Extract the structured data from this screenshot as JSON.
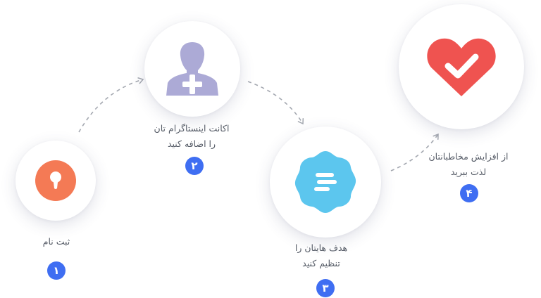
{
  "colors": {
    "badge": "#3f6ef2",
    "connector": "#a4a8b0",
    "register_icon": "#f47a55",
    "account_icon": "#acaad6",
    "goal_icon": "#5cc6ee",
    "enjoy_icon": "#ef5350"
  },
  "steps": [
    {
      "icon": "keyhole-icon",
      "label_lines": [
        "ثبت نام"
      ],
      "number": "۱"
    },
    {
      "icon": "add-user-icon",
      "label_lines": [
        "اکانت اینستاگرام تان",
        "را اضافه کنید"
      ],
      "number": "۲"
    },
    {
      "icon": "target-badge-icon",
      "label_lines": [
        "هدف هایتان را",
        "تنظیم کنید"
      ],
      "number": "۳"
    },
    {
      "icon": "heart-check-icon",
      "label_lines": [
        "از افزایش مخاطبانتان",
        "لذت ببرید"
      ],
      "number": "۴"
    }
  ]
}
